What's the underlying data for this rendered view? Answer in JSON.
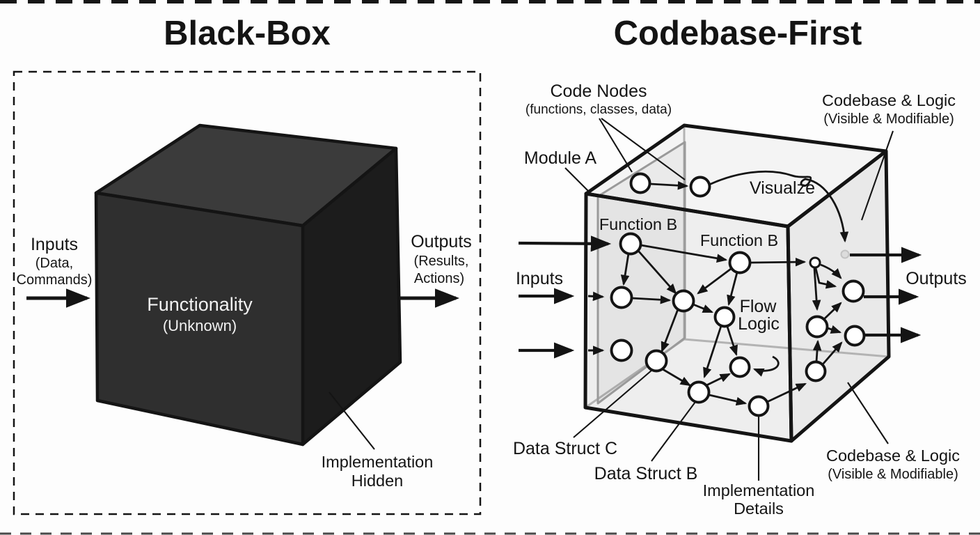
{
  "titles": {
    "left": "Black-Box",
    "right": "Codebase-First"
  },
  "left_panel": {
    "inputs": {
      "label": "Inputs",
      "sub1": "(Data,",
      "sub2": "Commands)"
    },
    "outputs": {
      "label": "Outputs",
      "sub1": "(Results,",
      "sub2": "Actions)"
    },
    "cube": {
      "label": "Functionality",
      "sub": "(Unknown)"
    },
    "hidden": {
      "line1": "Implementation",
      "line2": "Hidden"
    }
  },
  "right_panel": {
    "code_nodes": {
      "label": "Code Nodes",
      "sub": "(functions, classes, data)"
    },
    "module_a": "Module A",
    "codebase_top": {
      "label": "Codebase & Logic",
      "sub": "(Visible & Modifiable)"
    },
    "visualize": "Visualze",
    "function_b_left": "Function B",
    "function_b_right": "Function B",
    "flow_logic": {
      "line1": "Flow",
      "line2": "Logic"
    },
    "inputs": "Inputs",
    "outputs": "Outputs",
    "data_struct_c": "Data Struct C",
    "data_struct_b": "Data Struct B",
    "implementation": {
      "line1": "Implementation",
      "line2": "Details"
    },
    "codebase_bottom": {
      "label": "Codebase & Logic",
      "sub": "(Visible & Modifiable)"
    }
  },
  "colors": {
    "background": "#fdfdfd",
    "ink": "#141414",
    "black_cube_front": "#2f2f2f",
    "black_cube_top": "#3b3b3b",
    "black_cube_side": "#1c1c1c",
    "black_cube_text": "#f2f2f2",
    "glass_top": "#f4f4f4",
    "glass_front": "#eeeeee",
    "glass_side": "#e9e9e9",
    "hidden_edge": "#b3b3b3",
    "panel_edge": "#9a9a9a"
  }
}
